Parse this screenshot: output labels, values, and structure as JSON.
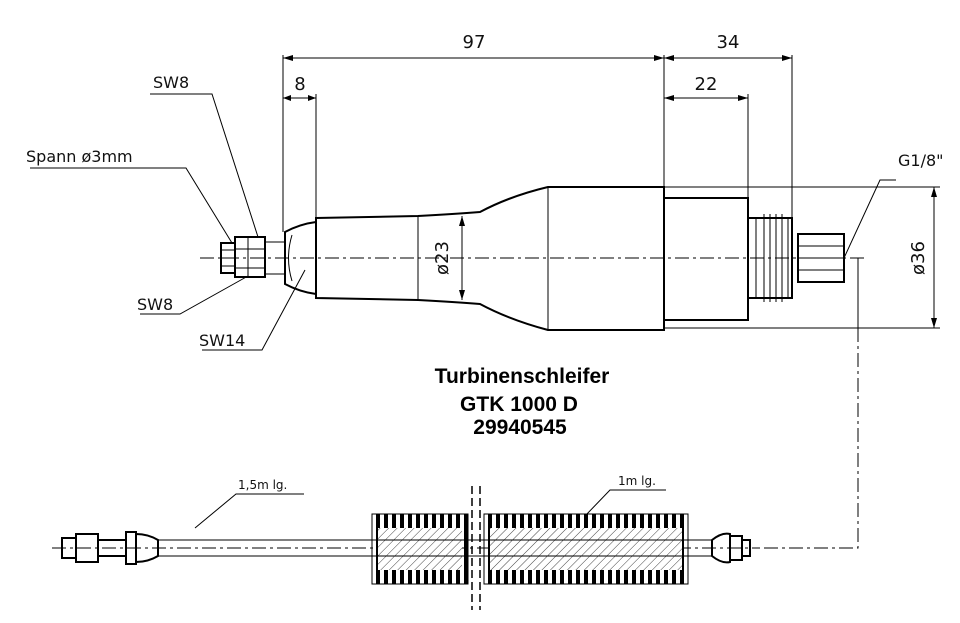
{
  "dimensions": {
    "overall": "97",
    "rear": "34",
    "collet_length": "8",
    "thread_section": "22",
    "diameter_body": "ø23",
    "diameter_max": "ø36"
  },
  "labels": {
    "sw8_top": "SW8",
    "spann": "Spann  ø3mm",
    "sw8_bottom": "SW8",
    "sw14": "SW14",
    "thread": "G1/8\""
  },
  "title": {
    "line1": "Turbinenschleifer",
    "line2": "GTK 1000 D",
    "line3": "29940545"
  },
  "hose": {
    "length_a": "1,5m lg.",
    "length_b": "1m lg."
  }
}
